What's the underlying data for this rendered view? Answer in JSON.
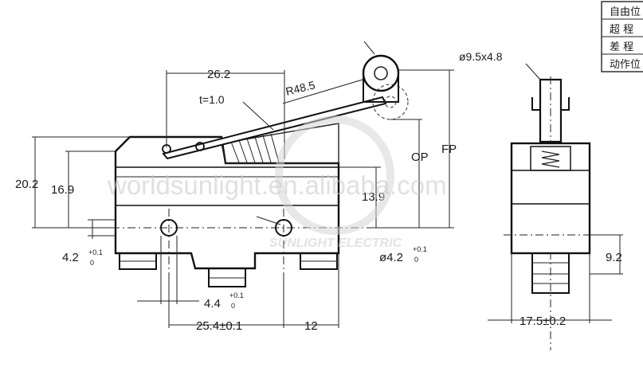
{
  "side_view": {
    "dim_26_2": "26.2",
    "dim_r48_5": "R48.5",
    "dim_t": "t=1.0",
    "dim_20_2": "20.2",
    "dim_16_9": "16.9",
    "dim_13_9": "13.9",
    "dim_op": "OP",
    "dim_fp": "FP",
    "dim_phi95": "ø9.5x4.8",
    "dim_4_2": "4.2",
    "dim_4_2_tol_top": "+0.1",
    "dim_4_2_tol_bot": "0",
    "dim_phi42": "ø4.2",
    "dim_phi42_tol_top": "+0.1",
    "dim_phi42_tol_bot": "0",
    "dim_4_4": "4.4",
    "dim_4_4_tol_top": "+0.1",
    "dim_4_4_tol_bot": "0",
    "dim_25_4": "25.4±0.1",
    "dim_12": "12"
  },
  "front_view": {
    "dim_9_2": "9.2",
    "dim_17_5": "17.5±0.2"
  },
  "spec_table": {
    "rows": [
      "自由位",
      "超  程",
      "差  程",
      "动作位"
    ]
  },
  "watermark": {
    "main": "worldsunlight.en.alibaba.com",
    "logo": "SUNLIGHT ELECTRIC"
  },
  "colors": {
    "line": "#111111",
    "background": "#ffffff",
    "watermark": "#c8c8c8"
  }
}
